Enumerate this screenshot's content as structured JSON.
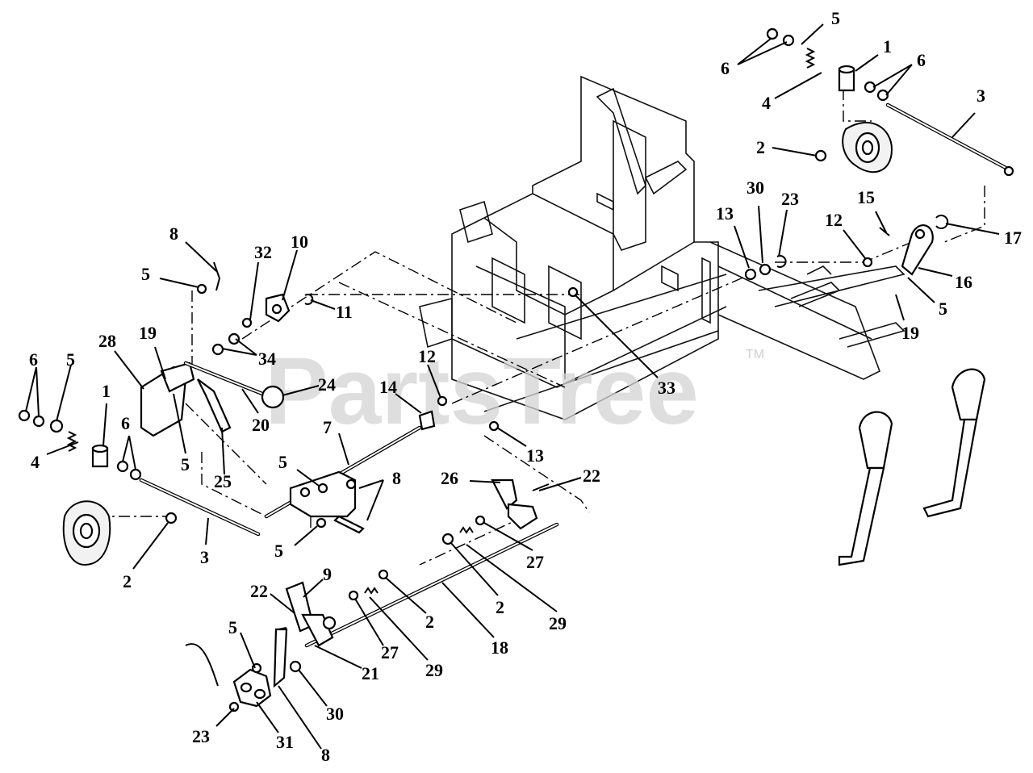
{
  "watermark": {
    "brand": "PartsTree",
    "trademark": "TM"
  },
  "callouts": [
    {
      "id": "c-top-5",
      "text": "5"
    },
    {
      "id": "c-top-1",
      "text": "1"
    },
    {
      "id": "c-top-6a",
      "text": "6"
    },
    {
      "id": "c-top-6b",
      "text": "6"
    },
    {
      "id": "c-top-4",
      "text": "4"
    },
    {
      "id": "c-top-3",
      "text": "3"
    },
    {
      "id": "c-top-2",
      "text": "2"
    },
    {
      "id": "c-r-13",
      "text": "13"
    },
    {
      "id": "c-r-30",
      "text": "30"
    },
    {
      "id": "c-r-23",
      "text": "23"
    },
    {
      "id": "c-r-15",
      "text": "15"
    },
    {
      "id": "c-r-12",
      "text": "12"
    },
    {
      "id": "c-r-17",
      "text": "17"
    },
    {
      "id": "c-r-16",
      "text": "16"
    },
    {
      "id": "c-r-5",
      "text": "5"
    },
    {
      "id": "c-r-19",
      "text": "19"
    },
    {
      "id": "c-l-8",
      "text": "8"
    },
    {
      "id": "c-l-32",
      "text": "32"
    },
    {
      "id": "c-l-10",
      "text": "10"
    },
    {
      "id": "c-l-5a",
      "text": "5"
    },
    {
      "id": "c-l-11",
      "text": "11"
    },
    {
      "id": "c-l-34",
      "text": "34"
    },
    {
      "id": "c-l-28",
      "text": "28"
    },
    {
      "id": "c-l-19",
      "text": "19"
    },
    {
      "id": "c-l-6a",
      "text": "6"
    },
    {
      "id": "c-l-5b",
      "text": "5"
    },
    {
      "id": "c-l-1",
      "text": "1"
    },
    {
      "id": "c-l-24",
      "text": "24"
    },
    {
      "id": "c-m-33",
      "text": "33"
    },
    {
      "id": "c-m-12",
      "text": "12"
    },
    {
      "id": "c-m-14",
      "text": "14"
    },
    {
      "id": "c-l-20",
      "text": "20"
    },
    {
      "id": "c-l-4",
      "text": "4"
    },
    {
      "id": "c-l-5c",
      "text": "5"
    },
    {
      "id": "c-l-25",
      "text": "25"
    },
    {
      "id": "c-l-6b",
      "text": "6"
    },
    {
      "id": "c-m-7",
      "text": "7"
    },
    {
      "id": "c-m-13",
      "text": "13"
    },
    {
      "id": "c-m-5a",
      "text": "5"
    },
    {
      "id": "c-m-8",
      "text": "8"
    },
    {
      "id": "c-m-26",
      "text": "26"
    },
    {
      "id": "c-m-22a",
      "text": "22"
    },
    {
      "id": "c-m-27a",
      "text": "27"
    },
    {
      "id": "c-l-2",
      "text": "2"
    },
    {
      "id": "c-l-3",
      "text": "3"
    },
    {
      "id": "c-m-5b",
      "text": "5"
    },
    {
      "id": "c-m-2a",
      "text": "2"
    },
    {
      "id": "c-m-29a",
      "text": "29"
    },
    {
      "id": "c-b-9",
      "text": "9"
    },
    {
      "id": "c-b-22",
      "text": "22"
    },
    {
      "id": "c-b-2",
      "text": "2"
    },
    {
      "id": "c-b-18",
      "text": "18"
    },
    {
      "id": "c-b-5",
      "text": "5"
    },
    {
      "id": "c-b-27",
      "text": "27"
    },
    {
      "id": "c-b-21",
      "text": "21"
    },
    {
      "id": "c-b-29",
      "text": "29"
    },
    {
      "id": "c-b-30",
      "text": "30"
    },
    {
      "id": "c-b-23",
      "text": "23"
    },
    {
      "id": "c-b-31",
      "text": "31"
    },
    {
      "id": "c-b-8",
      "text": "8"
    }
  ]
}
